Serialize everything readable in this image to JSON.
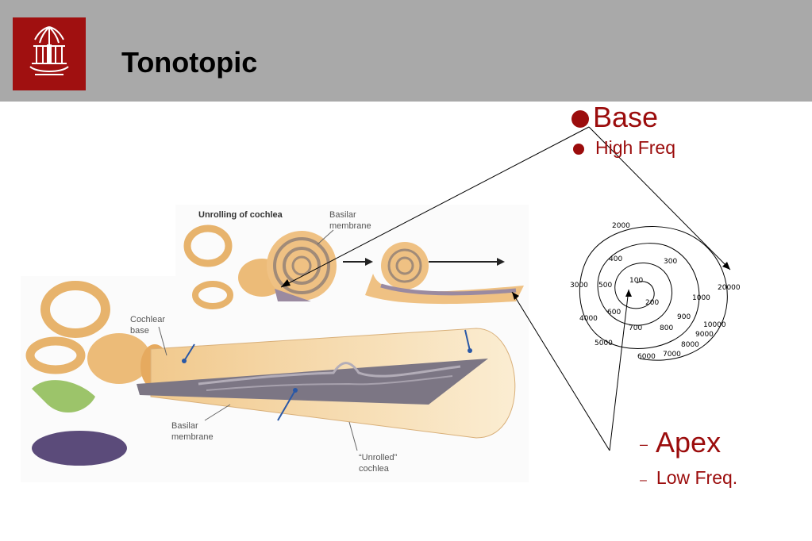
{
  "slide": {
    "title": "Tonotopic",
    "bullets": {
      "base": "Base",
      "high_freq": "High Freq",
      "apex": "Apex",
      "low_freq": "Low Freq.",
      "dash": "–"
    }
  },
  "figure": {
    "heading": "Unrolling of cochlea",
    "basilar_top_line1": "Basilar",
    "basilar_top_line2": "membrane",
    "cochlear_base_line1": "Cochlear",
    "cochlear_base_line2": "base",
    "basilar_bottom_line1": "Basilar",
    "basilar_bottom_line2": "membrane",
    "unrolled_line1": "“Unrolled”",
    "unrolled_line2": "cochlea"
  },
  "spiral_labels": [
    "2000",
    "400",
    "300",
    "3000",
    "500",
    "100",
    "20000",
    "200",
    "1000",
    "600",
    "4000",
    "900",
    "10000",
    "700",
    "800",
    "9000",
    "5000",
    "8000",
    "7000",
    "6000"
  ],
  "colors": {
    "accent": "#9b0c0c",
    "header_bg": "#a9a9a9",
    "logo_bg": "#a01010"
  }
}
